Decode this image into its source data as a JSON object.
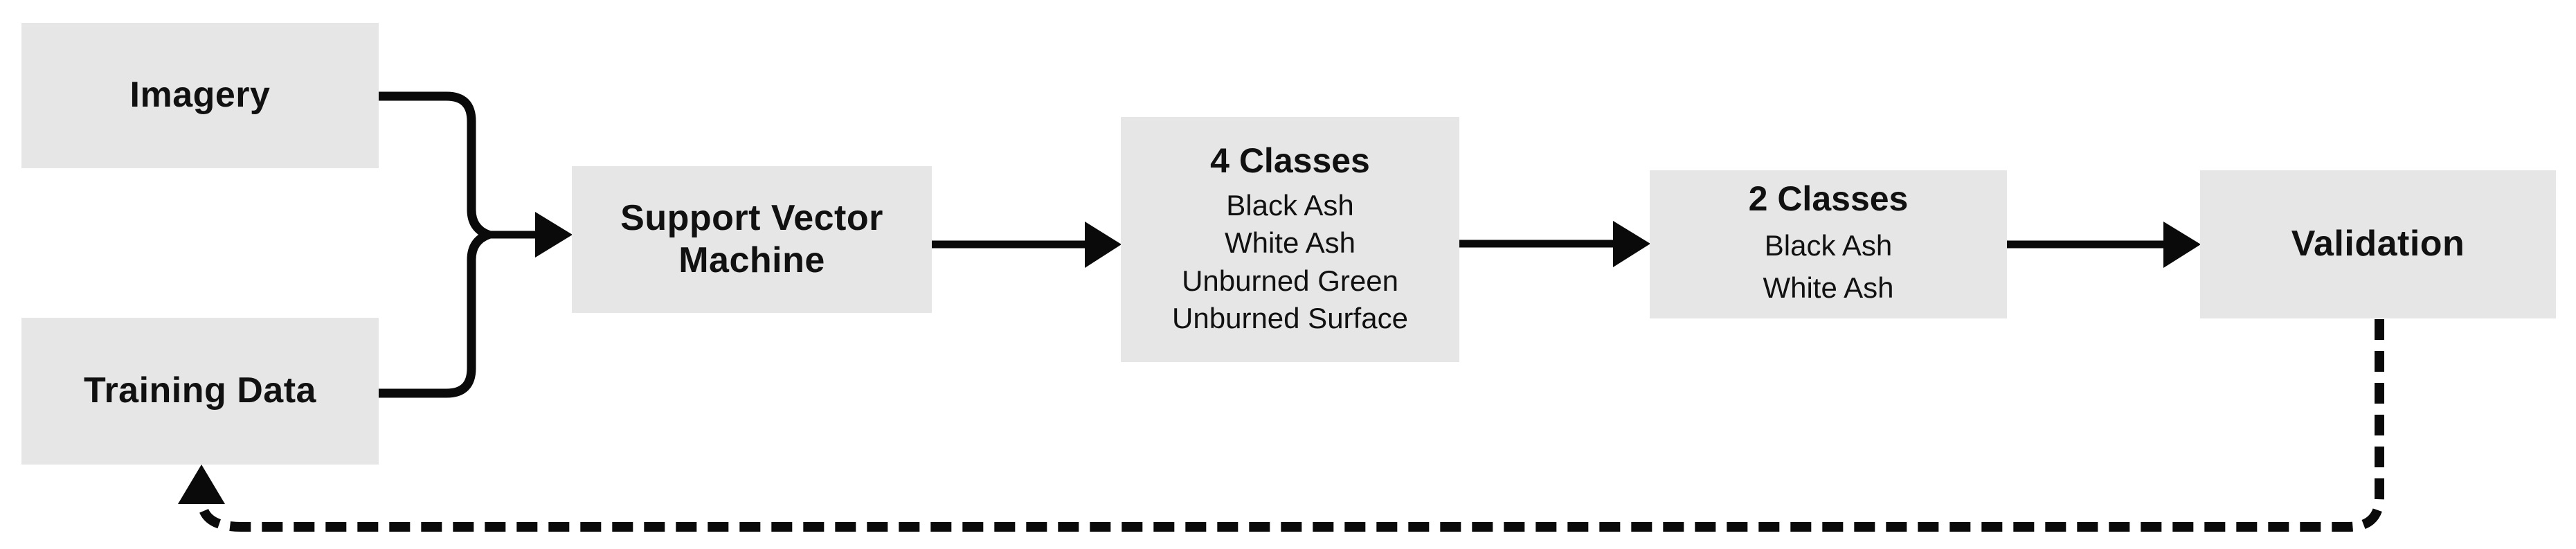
{
  "diagram": {
    "background_color": "#ffffff",
    "box_fill_color": "#e6e6e6",
    "line_color": "#0a0a0a",
    "text_color": "#111111"
  },
  "nodes": {
    "imagery": {
      "label": "Imagery"
    },
    "training_data": {
      "label": "Training Data"
    },
    "svm": {
      "label": "Support Vector Machine"
    },
    "four_classes": {
      "title": "4 Classes",
      "items": [
        "Black Ash",
        "White Ash",
        "Unburned Green",
        "Unburned Surface"
      ]
    },
    "two_classes": {
      "title": "2 Classes",
      "items": [
        "Black Ash",
        "White Ash"
      ]
    },
    "validation": {
      "label": "Validation"
    }
  },
  "edges": [
    {
      "from": "Imagery",
      "to": "Support Vector Machine",
      "style": "solid, merged via brace"
    },
    {
      "from": "Training Data",
      "to": "Support Vector Machine",
      "style": "solid, merged via brace"
    },
    {
      "from": "Support Vector Machine",
      "to": "4 Classes",
      "style": "solid arrow"
    },
    {
      "from": "4 Classes",
      "to": "2 Classes",
      "style": "solid arrow"
    },
    {
      "from": "2 Classes",
      "to": "Validation",
      "style": "solid arrow"
    },
    {
      "from": "Validation",
      "to": "Training Data",
      "style": "dashed arrow (feedback)"
    }
  ]
}
